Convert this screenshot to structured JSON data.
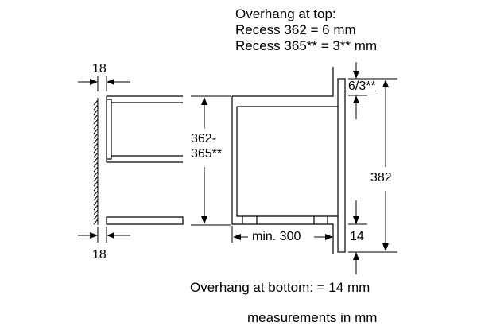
{
  "header": {
    "overhang_top_title": "Overhang at top:",
    "overhang_top_line1": "Recess 362 = 6 mm",
    "overhang_top_line2": "Recess 365** = 3** mm"
  },
  "dimensions": {
    "wall_thickness_top": "18",
    "wall_thickness_bottom": "18",
    "recess_height_line1": "362-",
    "recess_height_line2": "365**",
    "top_overhang": "6/3**",
    "total_height": "382",
    "bottom_overhang": "14",
    "min_depth": "min. 300"
  },
  "footer": {
    "overhang_bottom": "Overhang at bottom: = 14 mm",
    "units_note": "measurements in mm"
  },
  "colors": {
    "line": "#000000",
    "background": "#ffffff"
  }
}
